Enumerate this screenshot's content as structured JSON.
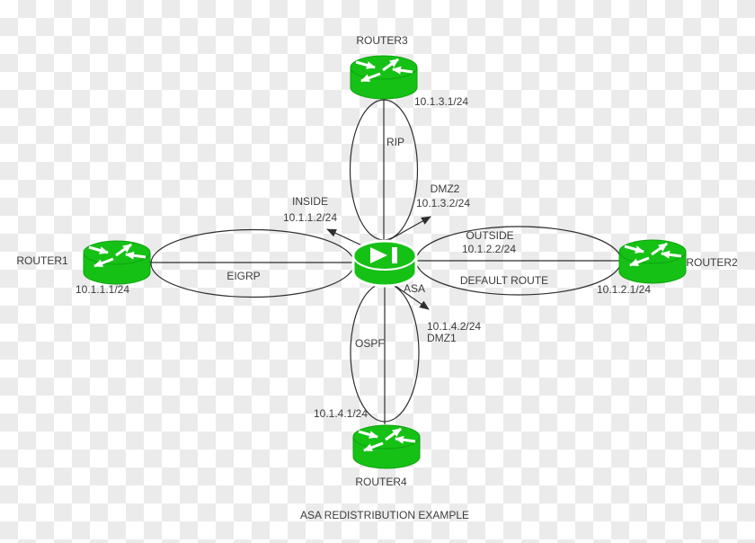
{
  "caption": "ASA REDISTRIBUTION EXAMPLE",
  "devices": {
    "router1": {
      "label": "ROUTER1",
      "ip": "10.1.1.1/24"
    },
    "router2": {
      "label": "ROUTER2",
      "ip": "10.1.2.1/24"
    },
    "router3": {
      "label": "ROUTER3",
      "ip": "10.1.3.1/24"
    },
    "router4": {
      "label": "ROUTER4",
      "ip": "10.1.4.1/24"
    },
    "asa": {
      "label": "ASA"
    }
  },
  "links": {
    "rip": {
      "protocol": "RIP"
    },
    "eigrp": {
      "protocol": "EIGRP"
    },
    "ospf": {
      "protocol": "OSPF"
    },
    "default_route": {
      "protocol": "DEFAULT ROUTE"
    }
  },
  "asa_interfaces": {
    "inside": {
      "name": "INSIDE",
      "ip": "10.1.1.2/24"
    },
    "outside": {
      "name": "OUTSIDE",
      "ip": "10.1.2.2/24"
    },
    "dmz2": {
      "name": "DMZ2",
      "ip": "10.1.3.2/24"
    },
    "dmz1": {
      "name": "DMZ1",
      "ip": "10.1.4.2/24"
    }
  },
  "icons": {
    "router": "cisco-router-icon",
    "asa": "cisco-asa-icon"
  },
  "colors": {
    "device_green": "#15c115",
    "device_green_edge": "#0da30d",
    "line_black": "#2e2e2e",
    "text_gray": "#3a3a3a",
    "checker_gray": "#ebebeb",
    "checker_white": "#ffffff"
  }
}
